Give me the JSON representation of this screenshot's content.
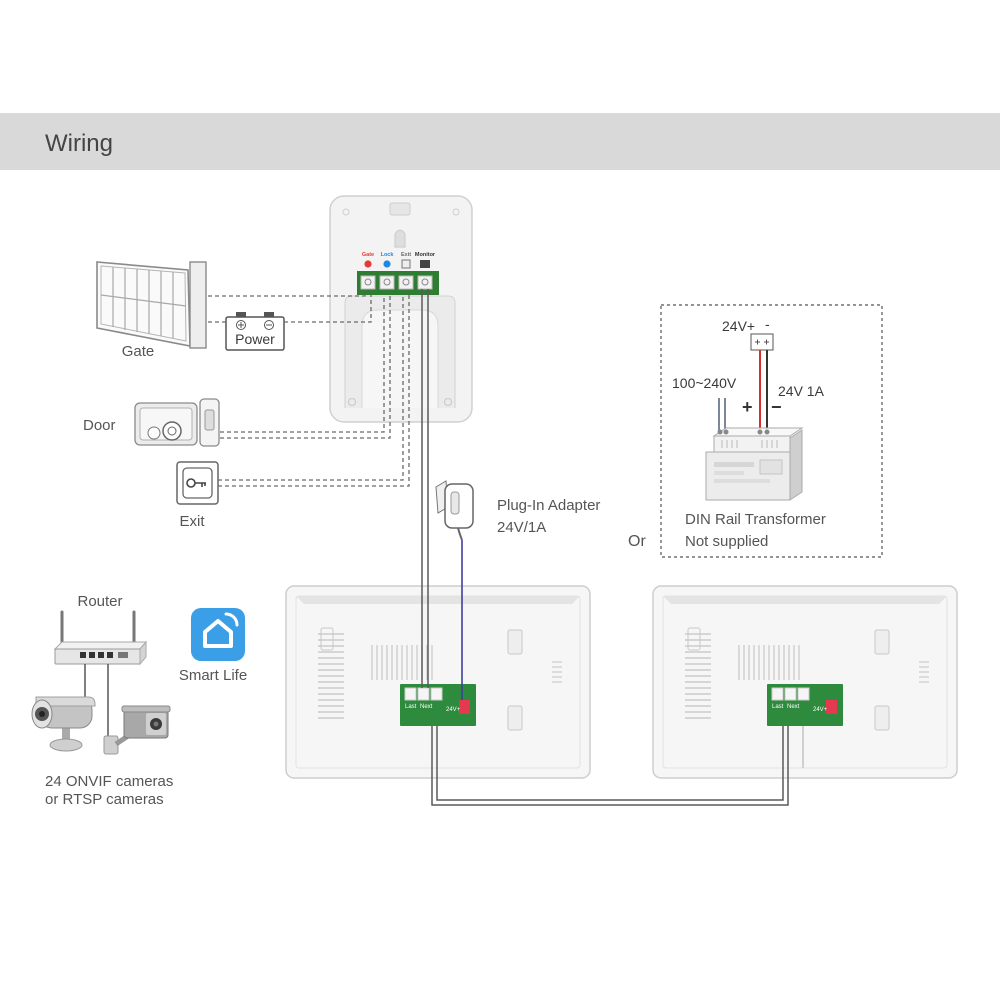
{
  "header": {
    "title": "Wiring"
  },
  "outdoor_unit": {
    "terminals": [
      "Gate",
      "Lock",
      "Exit",
      "Monitor"
    ]
  },
  "gate": {
    "label": "Gate",
    "icon": "sliding-gate-icon"
  },
  "power": {
    "label": "Power",
    "icon": "battery-icon"
  },
  "door": {
    "label": "Door",
    "icon": "electric-lock-icon"
  },
  "exit": {
    "label": "Exit",
    "icon": "exit-button-icon"
  },
  "adapter": {
    "label": "Plug-In Adapter",
    "rating": "24V/1A",
    "icon": "plug-adapter-icon"
  },
  "alternative": {
    "label": "Or"
  },
  "transformer": {
    "output_plus": "24V+",
    "output_minus": "-",
    "input": "100~240V",
    "output": "24V 1A",
    "plus_sign": "+",
    "minus_sign": "−",
    "name": "DIN Rail Transformer",
    "note": "Not supplied"
  },
  "router": {
    "label": "Router",
    "icon": "router-icon"
  },
  "app": {
    "label": "Smart Life",
    "icon": "smart-life-house-icon"
  },
  "cameras": {
    "line1": "24 ONVIF cameras",
    "line2": "or RTSP cameras",
    "icon": "ip-camera-icon"
  },
  "monitors": [
    {
      "ports": [
        "Last",
        "Next",
        "24V+"
      ]
    },
    {
      "ports": [
        "Last",
        "Next",
        "24V+"
      ]
    }
  ],
  "colors": {
    "header_bg": "#d9d9d9",
    "terminal_board": "#2e7d32",
    "monitor_board": "#2e8b3e",
    "gate_terminal": "#e53935",
    "lock_terminal": "#1e88e5",
    "power_cable": "#3f3fa0",
    "positive_wire": "#d32f2f",
    "app_icon": "#3a9fe6"
  }
}
